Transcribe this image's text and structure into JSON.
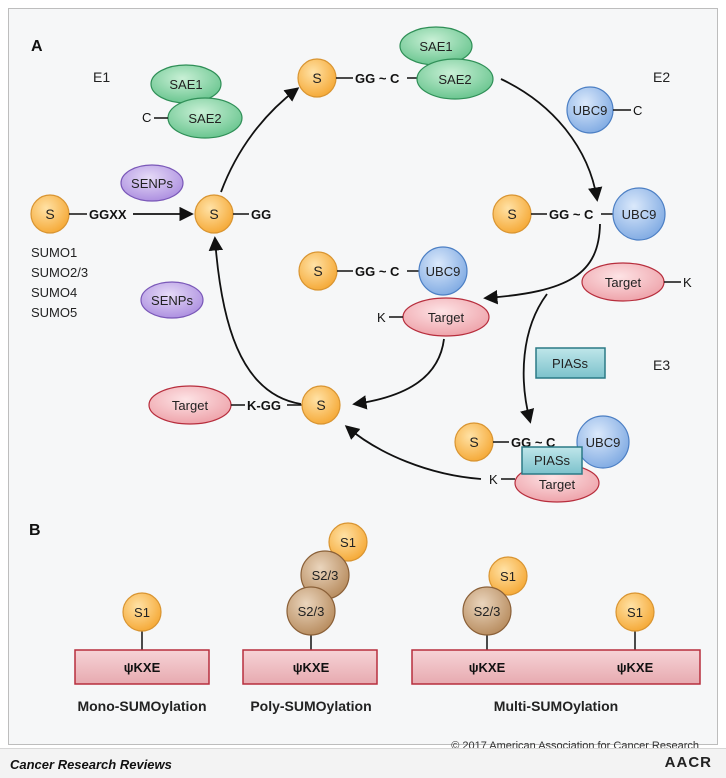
{
  "panel_a_label": "A",
  "panel_b_label": "B",
  "stages": {
    "e1": "E1",
    "e2": "E2",
    "e3": "E3"
  },
  "sumo_symbol": "S",
  "sumo_paralogs": [
    "SUMO1",
    "SUMO2/3",
    "SUMO4",
    "SUMO5"
  ],
  "labels": {
    "ggxx": "GGXX",
    "gg": "GG",
    "gg_c": "GG ~ C",
    "c": "C",
    "k": "K",
    "k_gg": "K-GG",
    "sae1": "SAE1",
    "sae2": "SAE2",
    "ubc9": "UBC9",
    "senps": "SENPs",
    "target": "Target",
    "piass": "PIASs"
  },
  "panel_b": {
    "motif": "ψKXE",
    "s1": "S1",
    "s23": "S2/3",
    "mono": "Mono-SUMOylation",
    "poly": "Poly-SUMOylation",
    "multi": "Multi-SUMOylation"
  },
  "copyright": "© 2017 American Association for Cancer Research",
  "journal": "Cancer Research Reviews",
  "logo": "AACR",
  "colors": {
    "sumo_fill": "#f7b14a",
    "sae_fill": "#7ccf9c",
    "ubc9_fill": "#8fb7e8",
    "senps_fill": "#b89be0",
    "target_fill": "#f2b3b8",
    "piass_fill": "#8fcfd8",
    "s23_fill": "#c39a6d"
  }
}
